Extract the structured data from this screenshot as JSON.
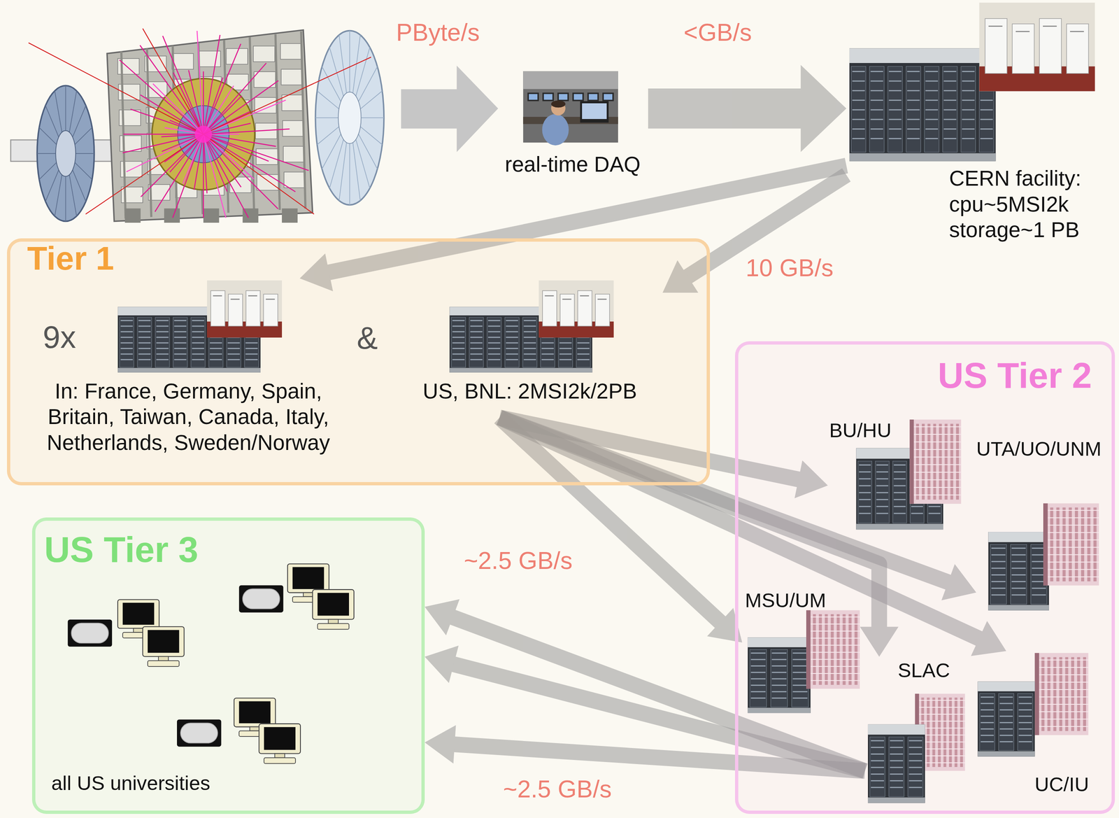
{
  "diagram": {
    "nodes": [
      {
        "text": [
          "real-time DAQ"
        ]
      },
      {
        "text": [
          "CERN facility: cpu~5MSI2k storage~1 PB"
        ]
      },
      {
        "text": [
          "Tier 1"
        ]
      },
      {
        "text": [
          "9x",
          "In: France, Germany, Spain, Britain, Taiwan, Canada, Italy, Netherlands, Sweden/Norway"
        ],
        "in": 2
      },
      {
        "text": [
          "US, BNL: 2MSI2k/2PB"
        ],
        "in": 2
      },
      {
        "text": [
          "US Tier 2"
        ]
      },
      {
        "text": [
          "BU/HU"
        ],
        "in": 5
      },
      {
        "text": [
          "UTA/UO/UNM"
        ],
        "in": 5
      },
      {
        "text": [
          "MSU/UM"
        ],
        "in": 5
      },
      {
        "text": [
          "SLAC"
        ],
        "in": 5
      },
      {
        "text": [
          "UC/IU"
        ],
        "in": 5
      },
      {
        "text": [
          "US Tier 3",
          "all US universities"
        ]
      }
    ],
    "edges": [
      {
        "from": 0,
        "to": 1,
        "arrow": "to"
      },
      {
        "from": 1,
        "to": 3,
        "arrow": "to"
      },
      {
        "from": 1,
        "to": 4,
        "arrow": "to"
      },
      {
        "from": 4,
        "to": 6,
        "arrow": "to"
      },
      {
        "from": 4,
        "to": 7,
        "arrow": "to"
      },
      {
        "from": 4,
        "to": 8,
        "arrow": "to"
      },
      {
        "from": 4,
        "to": 9,
        "arrow": "to"
      },
      {
        "from": 4,
        "to": 10,
        "arrow": "to"
      },
      {
        "from": 9,
        "to": 11,
        "arrow": "to"
      },
      {
        "from": 9,
        "to": 11,
        "arrow": "to"
      },
      {
        "from": 9,
        "to": 11,
        "arrow": "to"
      }
    ],
    "labels": [
      "PByte/s",
      "<GB/s",
      "10 GB/s",
      "&",
      "~2.5 GB/s",
      "~2.5 GB/s"
    ]
  }
}
